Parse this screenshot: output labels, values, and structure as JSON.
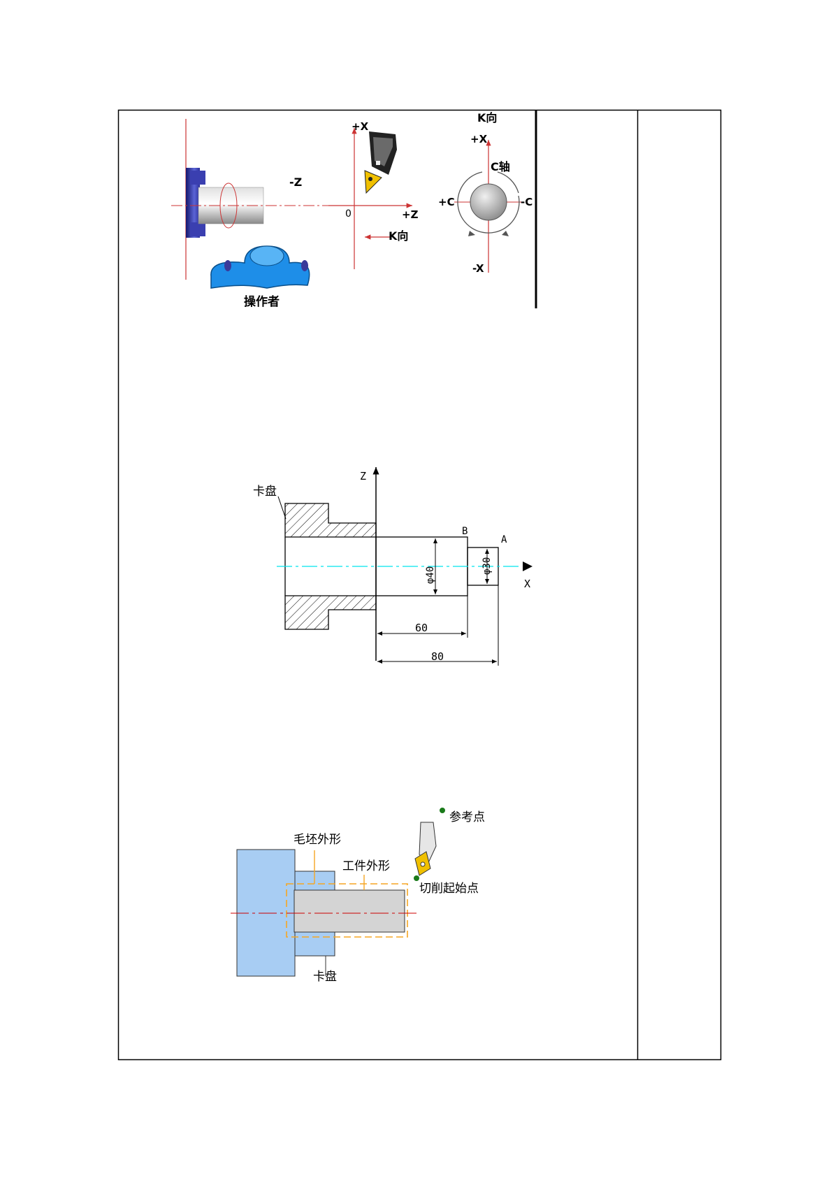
{
  "figure1": {
    "minus_z": "-Z",
    "plus_x": "+X",
    "plus_z": "+Z",
    "origin": "0",
    "k_dir_arrow": "K向",
    "operator": "操作者",
    "k_view_title": "K向",
    "k_plus_x": "+X",
    "c_axis": "C轴",
    "plus_c": "+C",
    "minus_c": "-C",
    "minus_x": "-X"
  },
  "figure2": {
    "chuck": "卡盘",
    "z_axis": "Z",
    "x_axis": "X",
    "point_b": "B",
    "point_a": "A",
    "dia40": "φ40",
    "dia30": "φ30",
    "dim60": "60",
    "dim80": "80"
  },
  "figure3": {
    "reference_point": "参考点",
    "blank_outline": "毛坯外形",
    "workpiece_outline": "工件外形",
    "cut_start_point": "切削起始点",
    "chuck": "卡盘"
  },
  "colors": {
    "border": "#000000",
    "axis_red": "#cc3333",
    "centerline_cyan": "#00e5ee",
    "chuck_blue": "#a8cdf3",
    "dash_orange": "#f5a623",
    "tool_yellow": "#f0c000",
    "operator_blue": "#1e8ee8"
  }
}
